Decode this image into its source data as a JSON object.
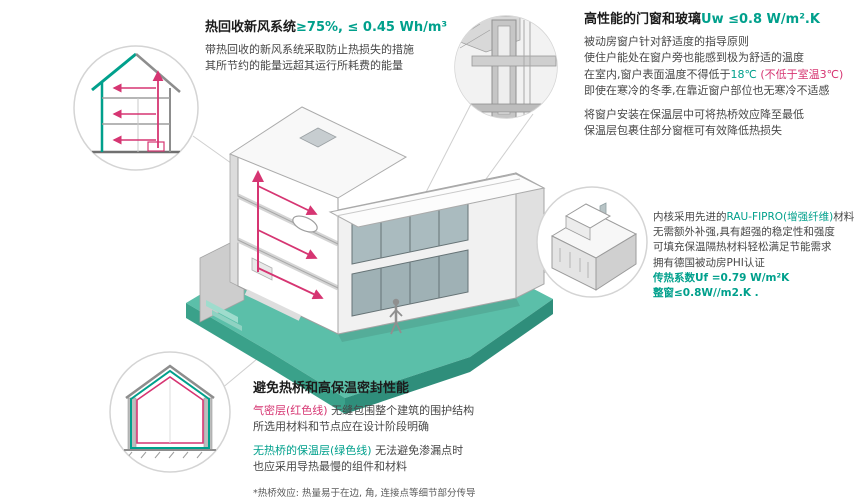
{
  "colors": {
    "accent_teal": "#00A08C",
    "airtight_pink": "#D63572",
    "terrain_teal": "#5BBFA9"
  },
  "sections": {
    "heat_recovery": {
      "title_black": "热回收新风系统",
      "title_green": "≥75%, ≤ 0.45 Wh/m³",
      "line1": "带热回收的新风系统采取防止热损失的措施",
      "line2": "其所节约的能量远超其运行所耗费的能量"
    },
    "windows": {
      "title_black": "高性能的门窗和玻璃",
      "title_green": "Uw ≤0.8 W/m².K",
      "line1": "被动房窗户针对舒适度的指导原则",
      "line2": "使住户能处在窗户旁也能感到极为舒适的温度",
      "line3a": "在室内,窗户表面温度不得低于",
      "line3b": "18℃",
      "line3c": " (不低于室温3℃)",
      "line4": "即使在寒冷的冬季,在靠近窗户部位也无寒冷不适感",
      "line5": "将窗户安装在保温层中可将热桥效应降至最低",
      "line6": "保温层包裹住部分窗框可有效降低热损失"
    },
    "profile": {
      "line1a": "内核采用先进的",
      "line1b": "RAU-FIPRO(增强纤维)",
      "line1c": "材料",
      "line2": "无需额外补强,具有超强的稳定性和强度",
      "line3": "可填充保温隔热材料轻松满足节能需求",
      "line4": "拥有德国被动房PHI认证",
      "line5": "传热系数Uf =0.79 W/m²K",
      "line6": "整窗≤0.8W//m2.K ."
    },
    "thermal_bridge": {
      "title": "避免热桥和高保温密封性能",
      "p1a": "气密层(红色线)",
      "p1b": " 无缝包围整个建筑的围护结构",
      "p1c": "所选用材料和节点应在设计阶段明确",
      "p2a": "无热桥的保温层(绿色线)",
      "p2b": " 无法避免渗漏点时",
      "p2c": "也应采用导热最慢的组件和材料",
      "footnote": "*热桥效应: 热量易于在边, 角, 连接点等细节部分传导"
    }
  }
}
